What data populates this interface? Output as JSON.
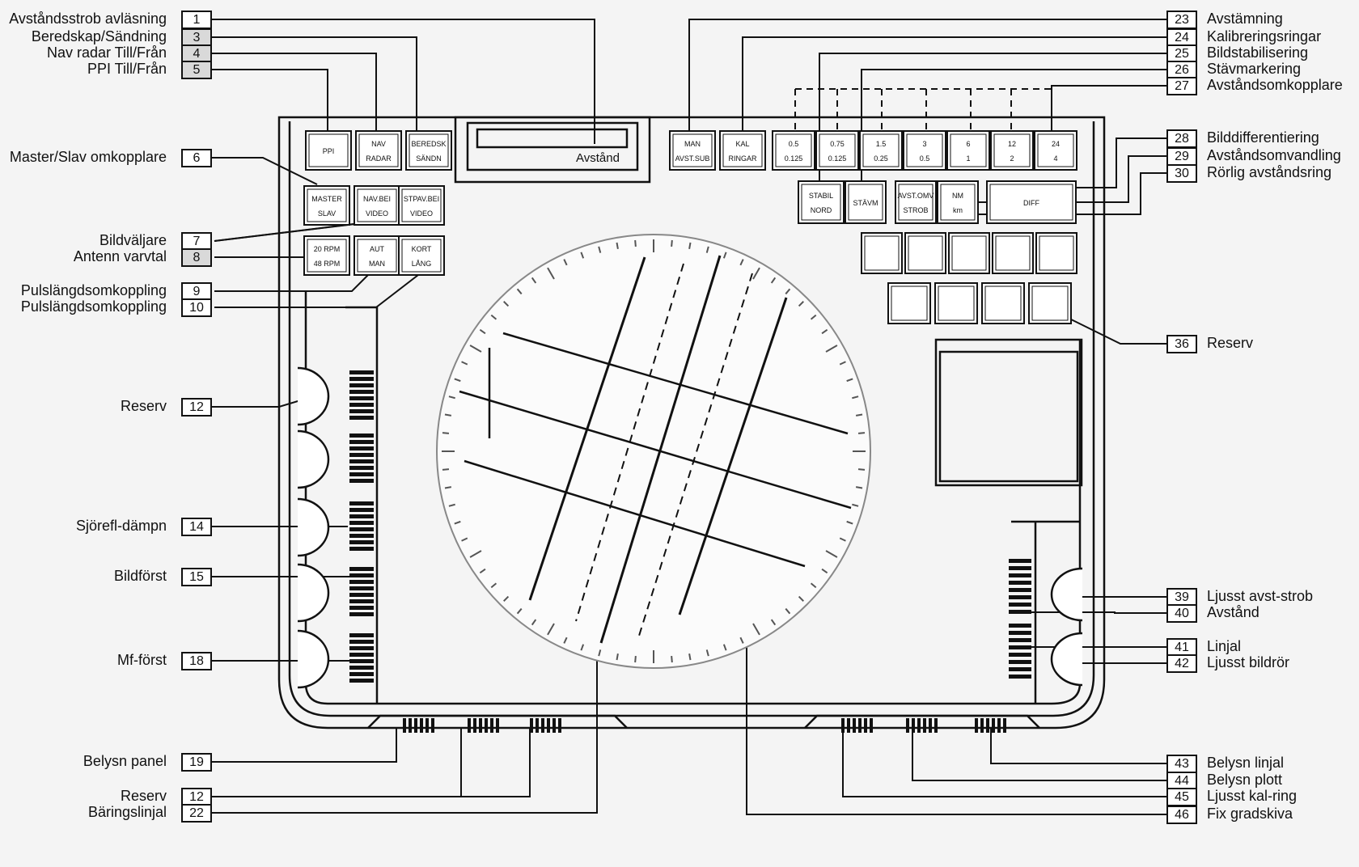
{
  "callouts_left": [
    {
      "num": "1",
      "label": "Avståndsstrob avläsning"
    },
    {
      "num": "3",
      "label": "Beredskap/Sändning"
    },
    {
      "num": "4",
      "label": "Nav radar Till/Från"
    },
    {
      "num": "5",
      "label": "PPI Till/Från"
    },
    {
      "num": "6",
      "label": "Master/Slav omkopplare"
    },
    {
      "num": "7",
      "label": "Bildväljare"
    },
    {
      "num": "8",
      "label": "Antenn varvtal"
    },
    {
      "num": "9",
      "label": "Pulslängdsomkoppling"
    },
    {
      "num": "10",
      "label": "Pulslängdsomkoppling"
    },
    {
      "num": "12",
      "label": "Reserv"
    },
    {
      "num": "14",
      "label": "Sjörefl-dämpn"
    },
    {
      "num": "15",
      "label": "Bildförst"
    },
    {
      "num": "18",
      "label": "Mf-först"
    },
    {
      "num": "19",
      "label": "Belysn panel"
    },
    {
      "num": "12",
      "label": "Reserv"
    },
    {
      "num": "22",
      "label": "Bäringslinjal"
    }
  ],
  "callouts_right": [
    {
      "num": "23",
      "label": "Avstämning"
    },
    {
      "num": "24",
      "label": "Kalibreringsringar"
    },
    {
      "num": "25",
      "label": "Bildstabilisering"
    },
    {
      "num": "26",
      "label": "Stävmarkering"
    },
    {
      "num": "27",
      "label": "Avståndsomkopplare"
    },
    {
      "num": "28",
      "label": "Bilddifferentiering"
    },
    {
      "num": "29",
      "label": "Avståndsomvandling"
    },
    {
      "num": "30",
      "label": "Rörlig avståndsring"
    },
    {
      "num": "36",
      "label": "Reserv"
    },
    {
      "num": "39",
      "label": "Ljusst avst-strob"
    },
    {
      "num": "40",
      "label": "Avstånd"
    },
    {
      "num": "41",
      "label": "Linjal"
    },
    {
      "num": "42",
      "label": "Ljusst bildrör"
    },
    {
      "num": "43",
      "label": "Belysn linjal"
    },
    {
      "num": "44",
      "label": "Belysn plott"
    },
    {
      "num": "45",
      "label": "Ljusst kal-ring"
    },
    {
      "num": "46",
      "label": "Fix gradskiva"
    }
  ],
  "panel": {
    "range_display_label": "Avstånd",
    "range_buttons": [
      {
        "top": "0.5",
        "bottom": "0.125"
      },
      {
        "top": "0.75",
        "bottom": "0.125"
      },
      {
        "top": "1.5",
        "bottom": "0.25"
      },
      {
        "top": "3",
        "bottom": "0.5"
      },
      {
        "top": "6",
        "bottom": "1"
      },
      {
        "top": "12",
        "bottom": "2"
      },
      {
        "top": "24",
        "bottom": "4"
      }
    ],
    "btn_ppi": "PPI",
    "btn_nav_radar": [
      "NAV",
      "RADAR"
    ],
    "btn_beredsk": [
      "BEREDSK",
      "SÄNDN"
    ],
    "btn_master": [
      "MASTER",
      "SLAV"
    ],
    "btn_nav_video": [
      "NAV.BEI",
      "VIDEO"
    ],
    "btn_stpav_video": [
      "STPAV.BEI",
      "VIDEO"
    ],
    "btn_rpm": [
      "20 RPM",
      "48 RPM"
    ],
    "btn_aut_man": [
      "AUT",
      "MAN"
    ],
    "btn_kort_lang": [
      "KORT",
      "LÅNG"
    ],
    "btn_man_avst": [
      "MAN",
      "AVST.SUB"
    ],
    "btn_kal_ringar": [
      "KAL",
      "RINGAR"
    ],
    "btn_stabil": [
      "STABIL",
      "NORD"
    ],
    "btn_stavm": "STÄVM",
    "btn_avst_omv": [
      "AVST.OMV",
      "STROB"
    ],
    "btn_nm_km": [
      "NM",
      "km"
    ],
    "btn_diff": "DIFF"
  }
}
